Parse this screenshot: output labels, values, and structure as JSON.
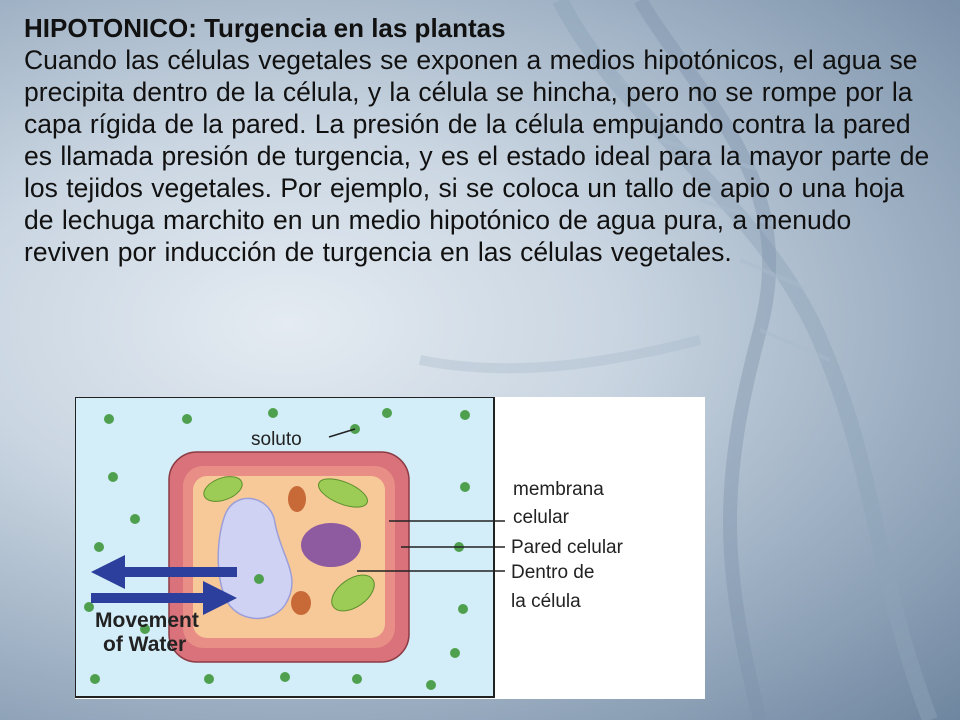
{
  "slide": {
    "title": "HIPOTONICO: Turgencia en las plantas",
    "body": "Cuando las células vegetales se exponen a medios hipotónicos, el agua se precipita dentro de la célula, y la célula se hincha, pero no se rompe por la capa rígida de la pared. La presión de la célula empujando contra la pared es llamada presión de turgencia, y es el estado ideal para la mayor parte de los tejidos vegetales. Por ejemplo, si se coloca un tallo de apio o una hoja de lechuga marchito en un medio hipotónico de agua pura, a menudo reviven por inducción de turgencia en las células vegetales."
  },
  "diagram": {
    "solute_label": "soluto",
    "membrane_label_line1": "membrana",
    "membrane_label_line2": "celular",
    "wall_label": "Pared celular",
    "inside_label_line1": "Dentro de",
    "inside_label_line2": "la célula",
    "water_label_line1": "Movement",
    "water_label_line2": "of Water",
    "colors": {
      "medium": "#d3eef8",
      "cell_wall": "#d9727a",
      "cell_inside": "#f7c898",
      "vacuole": "#d0d2f4",
      "nucleus": "#8e5aa0",
      "chloroplast": "#9ccc55",
      "mitochondria": "#c86a38",
      "solute_dot": "#4ea04e",
      "arrow": "#2d3f9c"
    }
  }
}
